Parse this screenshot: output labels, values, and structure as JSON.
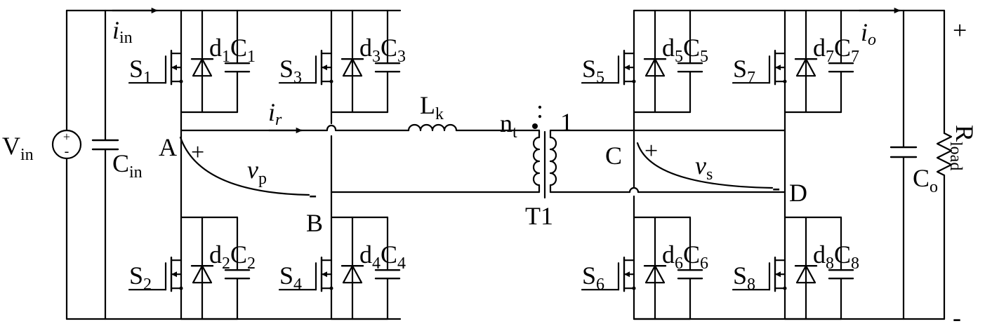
{
  "source": {
    "name": "V",
    "sub": "in"
  },
  "input_cap": {
    "name": "C",
    "sub": "in"
  },
  "input_current": {
    "name": "i",
    "sub": "in"
  },
  "output_current": {
    "name": "i",
    "sub": "o"
  },
  "resonant_current": {
    "name": "i",
    "sub": "r"
  },
  "inductor": {
    "name": "L",
    "sub": "k"
  },
  "transformer": {
    "name": "T1",
    "ratio_left": "n",
    "ratio_left_sub": "t",
    "ratio_sep": ":",
    "ratio_right": "1"
  },
  "primary_voltage": {
    "name": "v",
    "sub": "p",
    "plus": "+",
    "minus": "-"
  },
  "secondary_voltage": {
    "name": "v",
    "sub": "s",
    "plus": "+",
    "minus": "-"
  },
  "nodes": {
    "a": "A",
    "b": "B",
    "c": "C",
    "d": "D"
  },
  "output_cap": {
    "name": "C",
    "sub": "o"
  },
  "load": {
    "name": "R",
    "sub": "load"
  },
  "output_polarity": {
    "plus": "+",
    "minus": "-"
  },
  "cells": [
    {
      "switch": "S",
      "switch_sub": "1",
      "diode": "d",
      "diode_sub": "1",
      "cap": "C",
      "cap_sub": "1"
    },
    {
      "switch": "S",
      "switch_sub": "2",
      "diode": "d",
      "diode_sub": "2",
      "cap": "C",
      "cap_sub": "2"
    },
    {
      "switch": "S",
      "switch_sub": "3",
      "diode": "d",
      "diode_sub": "3",
      "cap": "C",
      "cap_sub": "3"
    },
    {
      "switch": "S",
      "switch_sub": "4",
      "diode": "d",
      "diode_sub": "4",
      "cap": "C",
      "cap_sub": "4"
    },
    {
      "switch": "S",
      "switch_sub": "5",
      "diode": "d",
      "diode_sub": "5",
      "cap": "C",
      "cap_sub": "5"
    },
    {
      "switch": "S",
      "switch_sub": "6",
      "diode": "d",
      "diode_sub": "6",
      "cap": "C",
      "cap_sub": "6"
    },
    {
      "switch": "S",
      "switch_sub": "7",
      "diode": "d",
      "diode_sub": "7",
      "cap": "C",
      "cap_sub": "7"
    },
    {
      "switch": "S",
      "switch_sub": "8",
      "diode": "d",
      "diode_sub": "8",
      "cap": "C",
      "cap_sub": "8"
    }
  ]
}
